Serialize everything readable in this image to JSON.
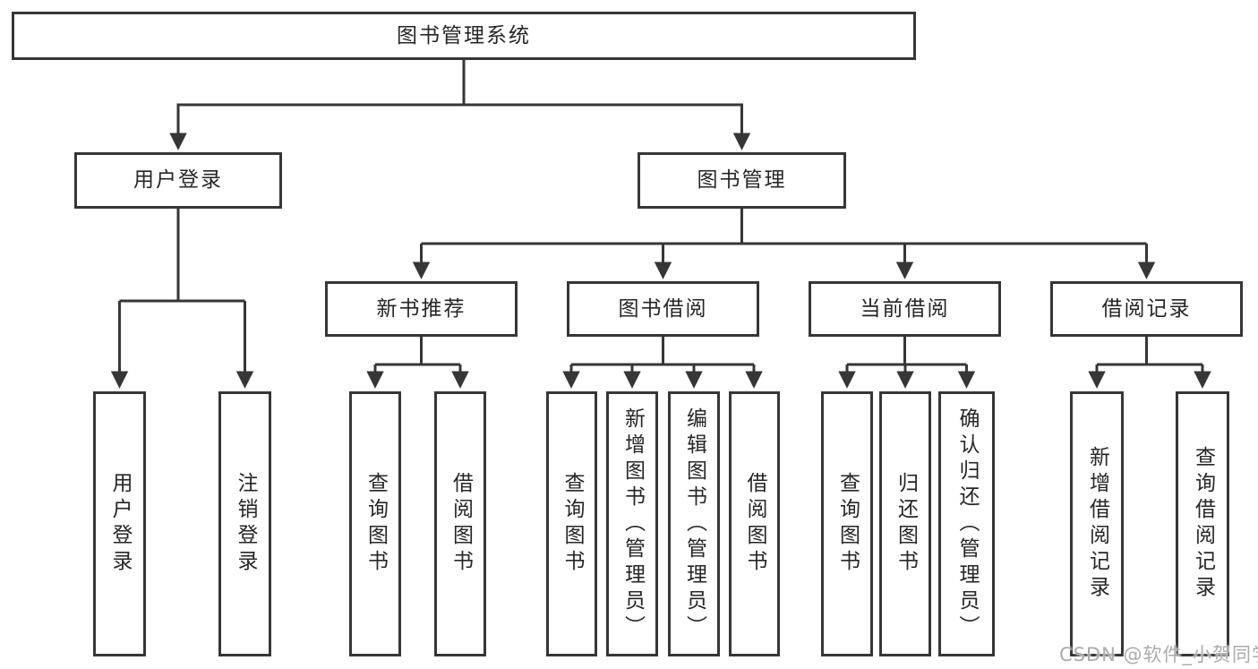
{
  "diagram": {
    "root": {
      "label": "图书管理系统"
    },
    "user_login_branch": {
      "label": "用户登录",
      "children": [
        {
          "label": "用户登录"
        },
        {
          "label": "注销登录"
        }
      ]
    },
    "book_mgmt_branch": {
      "label": "图书管理",
      "children": [
        {
          "label": "新书推荐",
          "children": [
            {
              "label": "查询图书"
            },
            {
              "label": "借阅图书"
            }
          ]
        },
        {
          "label": "图书借阅",
          "children": [
            {
              "label": "查询图书"
            },
            {
              "label": "新增图书（管理员）"
            },
            {
              "label": "编辑图书（管理员）"
            },
            {
              "label": "借阅图书"
            }
          ]
        },
        {
          "label": "当前借阅",
          "children": [
            {
              "label": "查询图书"
            },
            {
              "label": "归还图书"
            },
            {
              "label": "确认归还（管理员）"
            }
          ]
        },
        {
          "label": "借阅记录",
          "children": [
            {
              "label": "新增借阅记录"
            },
            {
              "label": "查询借阅记录"
            }
          ]
        }
      ]
    }
  },
  "watermark": {
    "text": "CSDN @软件_小贺同学"
  },
  "colors": {
    "line": "#363636",
    "box_border": "#363636",
    "text": "#262626",
    "watermark_text": "#ababab",
    "background": "#ffffff"
  }
}
